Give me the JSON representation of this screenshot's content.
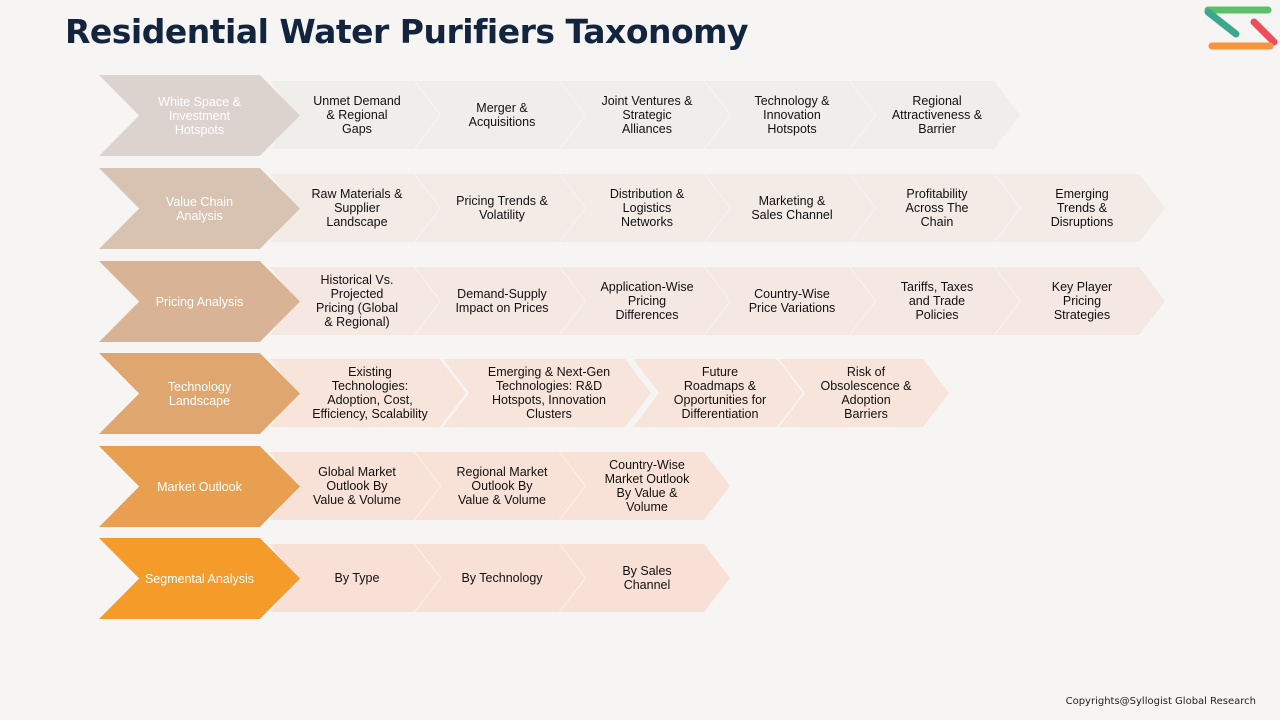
{
  "title": "Residential Water Purifiers Taxonomy",
  "logo": "syllogist-logo-icon",
  "copyright": "Copyrights@Syllogist Global Research",
  "colors": {
    "title": "#13243f",
    "main": [
      "#dcd3ce",
      "#d8c3b2",
      "#d8b395",
      "#e0a670",
      "#e99f50",
      "#f49b2a"
    ],
    "sub": [
      "#f0eeeb",
      "#f2ebe6",
      "#f5e7e1",
      "#f7e5dc",
      "#f8e2d8",
      "#f9e0d6"
    ]
  },
  "rows": [
    {
      "label": "White Space &\nInvestment\nHotspots",
      "items": [
        "Unmet Demand\n& Regional\nGaps",
        "Merger &\nAcquisitions",
        "Joint Ventures &\nStrategic\nAlliances",
        "Technology &\nInnovation\nHotspots",
        "Regional\nAttractiveness &\nBarrier"
      ]
    },
    {
      "label": "Value Chain\nAnalysis",
      "items": [
        "Raw Materials &\nSupplier\nLandscape",
        "Pricing Trends &\nVolatility",
        "Distribution &\nLogistics\nNetworks",
        "Marketing &\nSales Channel",
        "Profitability\nAcross The\nChain",
        "Emerging\nTrends &\nDisruptions"
      ]
    },
    {
      "label": "Pricing Analysis",
      "items": [
        "Historical Vs.\nProjected\nPricing (Global\n& Regional)",
        "Demand-Supply\nImpact on Prices",
        "Application-Wise\nPricing\nDifferences",
        "Country-Wise\nPrice Variations",
        "Tariffs, Taxes\nand Trade\nPolicies",
        "Key Player\nPricing\nStrategies"
      ]
    },
    {
      "label": "Technology\nLandscape",
      "items": [
        "Existing\nTechnologies:\nAdoption, Cost,\nEfficiency, Scalability",
        "Emerging & Next-Gen\nTechnologies: R&D\nHotspots, Innovation\nClusters",
        "Future\nRoadmaps &\nOpportunities for\nDifferentiation",
        "Risk of\nObsolescence &\nAdoption\nBarriers"
      ]
    },
    {
      "label": "Market Outlook",
      "items": [
        "Global Market\nOutlook By\nValue & Volume",
        "Regional Market\nOutlook By\nValue & Volume",
        "Country-Wise\nMarket Outlook\nBy Value &\nVolume"
      ]
    },
    {
      "label": "Segmental Analysis",
      "items": [
        "By Type",
        "By Technology",
        "By Sales\nChannel"
      ]
    }
  ]
}
